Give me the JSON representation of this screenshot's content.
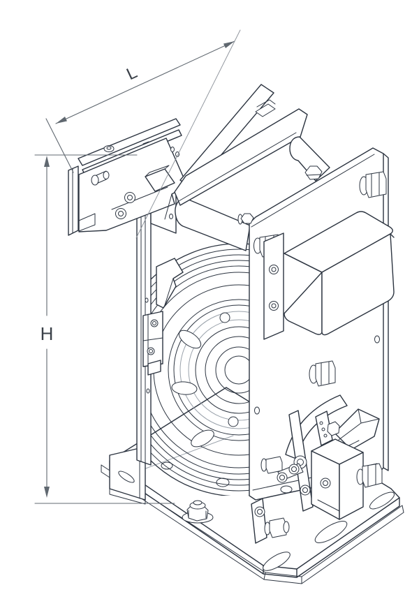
{
  "diagram": {
    "kind": "isometric technical line drawing of a gearless elevator traction machine",
    "dimension_labels": {
      "length": "L",
      "height": "H"
    },
    "style": {
      "line_color": "#2c3440",
      "dimension_color": "#606870",
      "accent_light_color": "#9aa2ab",
      "background": "#ffffff"
    }
  }
}
